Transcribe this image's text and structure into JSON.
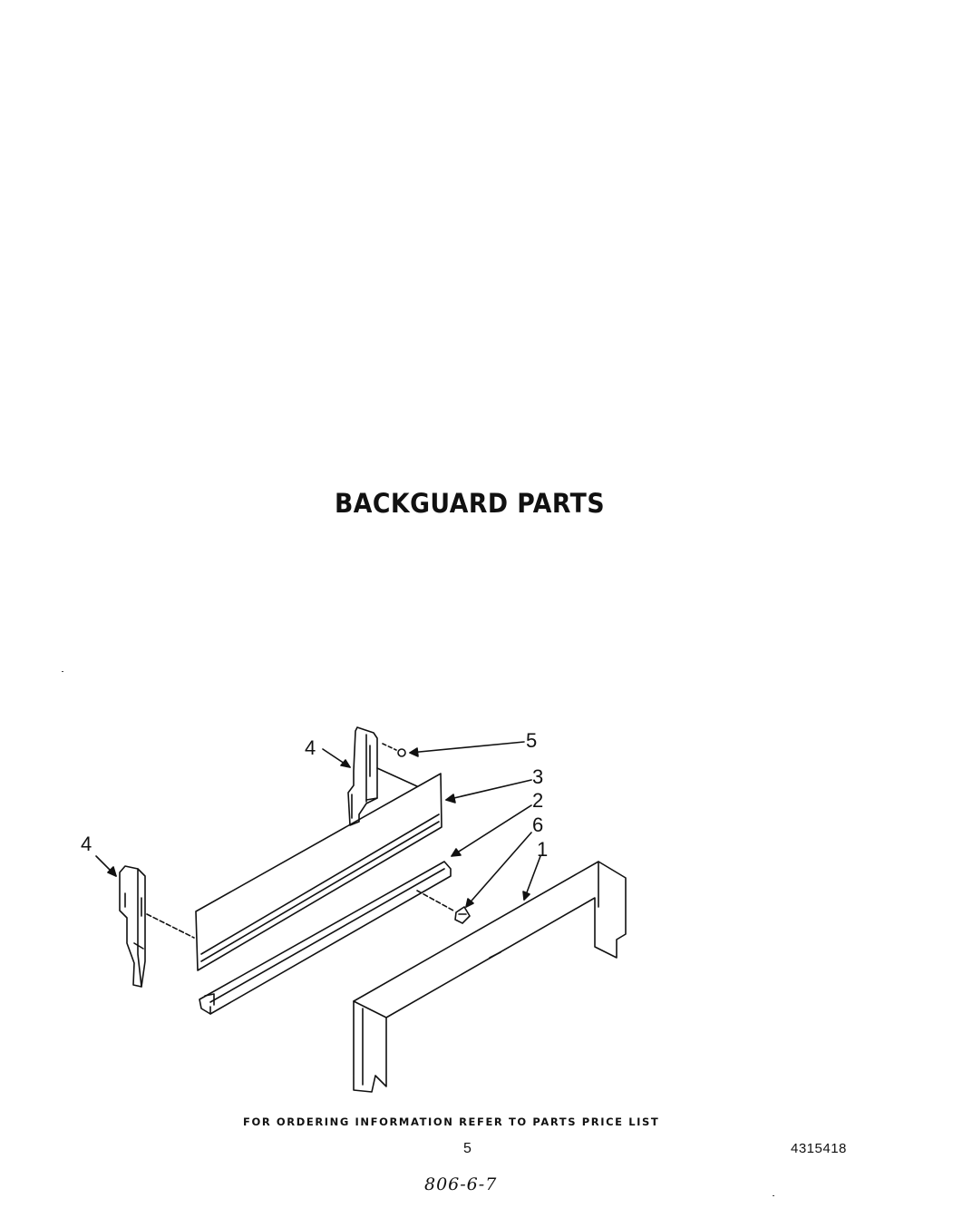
{
  "title": "BACKGUARD PARTS",
  "callouts": {
    "c1": "1",
    "c2": "2",
    "c3": "3",
    "c4a": "4",
    "c4b": "4",
    "c5": "5",
    "c6": "6"
  },
  "footer": {
    "ordering_note": "FOR ORDERING INFORMATION REFER TO PARTS PRICE LIST",
    "page_number": "5",
    "doc_number": "4315418",
    "handwritten_code": "806-6-7"
  }
}
